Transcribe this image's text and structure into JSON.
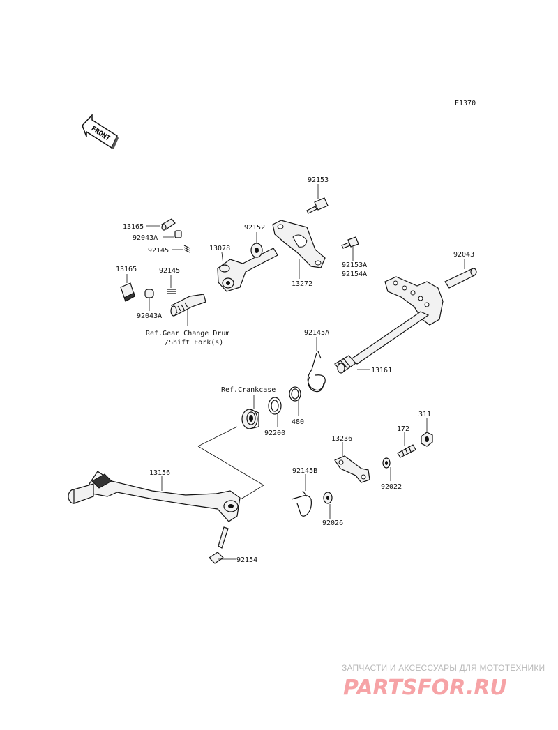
{
  "diagram_code": "E1370",
  "front_label": "FRONT",
  "labels": {
    "p92153": "92153",
    "p13165a": "13165",
    "p92043a_a": "92043A",
    "p92145_a": "92145",
    "p92152": "92152",
    "p13078": "13078",
    "p92153a": "92153A",
    "p92154a": "92154A",
    "p13272": "13272",
    "p13165b": "13165",
    "p92145_b": "92145",
    "p92043a_b": "92043A",
    "p92043": "92043",
    "ref_gear_1": "Ref.Gear Change Drum",
    "ref_gear_2": "/Shift Fork(s)",
    "p92145a": "92145A",
    "p13161": "13161",
    "ref_crankcase": "Ref.Crankcase",
    "p480": "480",
    "p92200": "92200",
    "p311": "311",
    "p172": "172",
    "p13236": "13236",
    "p92022": "92022",
    "p13156": "13156",
    "p92145b": "92145B",
    "p92026": "92026",
    "p92154": "92154"
  },
  "watermark": {
    "tagline": "ЗАПЧАСТИ И АКСЕССУАРЫ ДЛЯ МОТОТЕХНИКИ",
    "brand": "PARTSFOR.RU"
  }
}
